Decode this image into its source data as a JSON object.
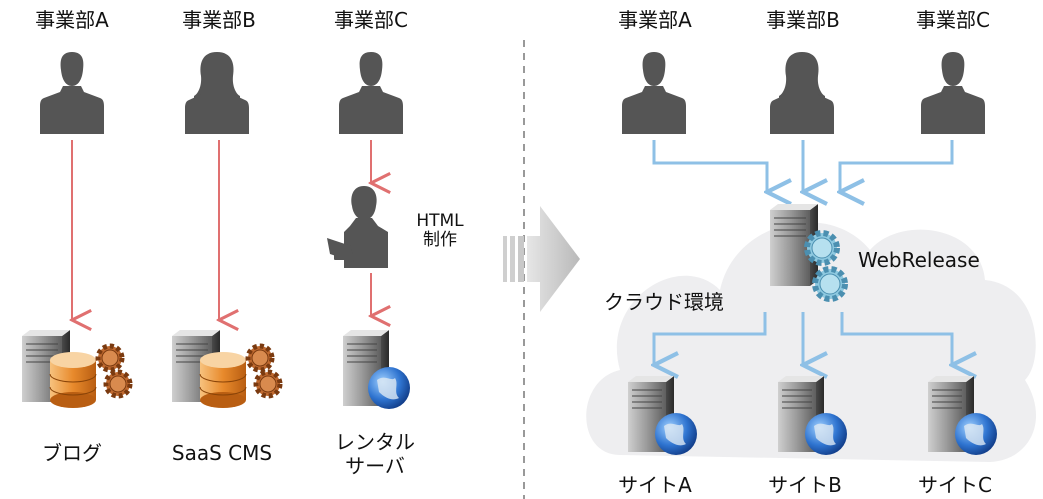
{
  "left": {
    "departments": [
      "事業部A",
      "事業部B",
      "事業部C"
    ],
    "production_label": "HTML\n制作",
    "outputs": [
      "ブログ",
      "SaaS CMS",
      "レンタル\nサーバ"
    ]
  },
  "right": {
    "departments": [
      "事業部A",
      "事業部B",
      "事業部C"
    ],
    "platform_label": "WebRelease",
    "cloud_label": "クラウド環境",
    "sites": [
      "サイトA",
      "サイトB",
      "サイトC"
    ]
  },
  "colors": {
    "left_arrow": "#e07070",
    "right_arrow": "#8ec0e6",
    "person": "#555555",
    "cloud": "#eeeef0",
    "divider": "#999999",
    "transition_arrow": "#c8c8c8"
  }
}
